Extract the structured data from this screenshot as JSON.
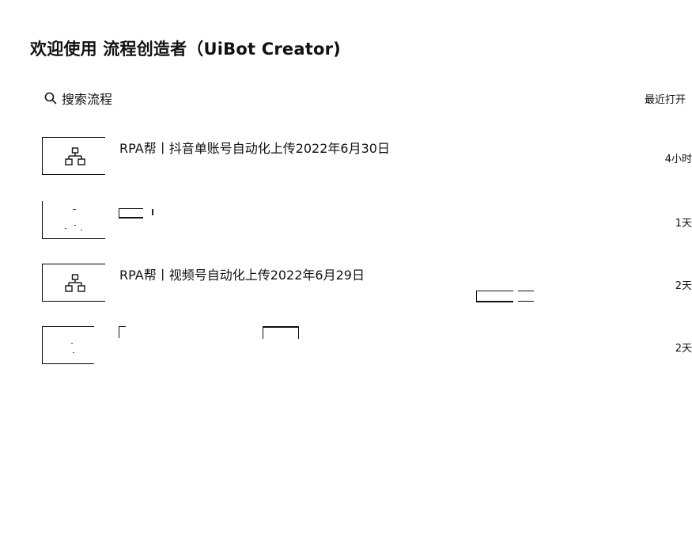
{
  "page": {
    "title": "欢迎使用 流程创造者（UiBot Creator)"
  },
  "search": {
    "label": "搜索流程"
  },
  "sort": {
    "label": "最近打开"
  },
  "flows": [
    {
      "title": "RPA帮丨抖音单账号自动化上传2022年6月30日",
      "time": "4小时",
      "icon": "flow-diagram-icon"
    },
    {
      "title": "",
      "time": "1天",
      "icon": ""
    },
    {
      "title": "RPA帮丨视频号自动化上传2022年6月29日",
      "time": "2天",
      "icon": "flow-diagram-icon"
    },
    {
      "title": "",
      "time": "2天",
      "icon": ""
    }
  ]
}
